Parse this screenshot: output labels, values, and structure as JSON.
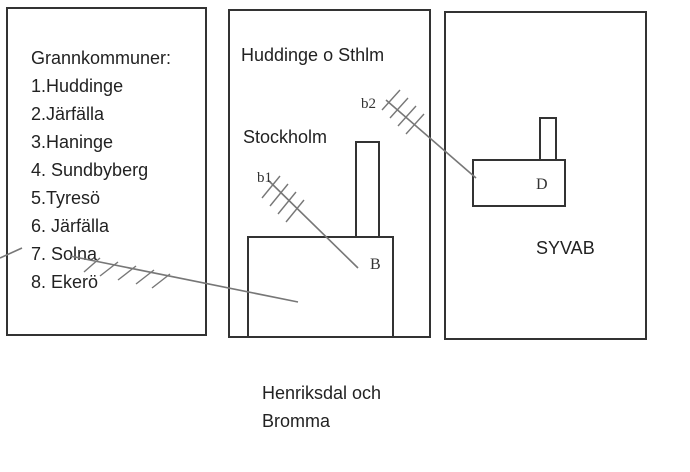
{
  "regions": {
    "left": {
      "heading": "Grannkommuner:",
      "municipalities": [
        "1.Huddinge",
        "2.Järfälla",
        "3.Haninge",
        "4. Sundbyberg",
        "5.Tyresö",
        "6. Järfälla",
        "7. Solna",
        "8. Ekerö"
      ]
    },
    "middle": {
      "heading": "Huddinge o Sthlm",
      "subheading": "Stockholm",
      "building_label": "B",
      "pipe_label": "b1"
    },
    "right": {
      "building_label": "D",
      "pipe_label": "b2",
      "name": "SYVAB"
    }
  },
  "caption": {
    "line1": "Henriksdal och",
    "line2": "Bromma"
  }
}
